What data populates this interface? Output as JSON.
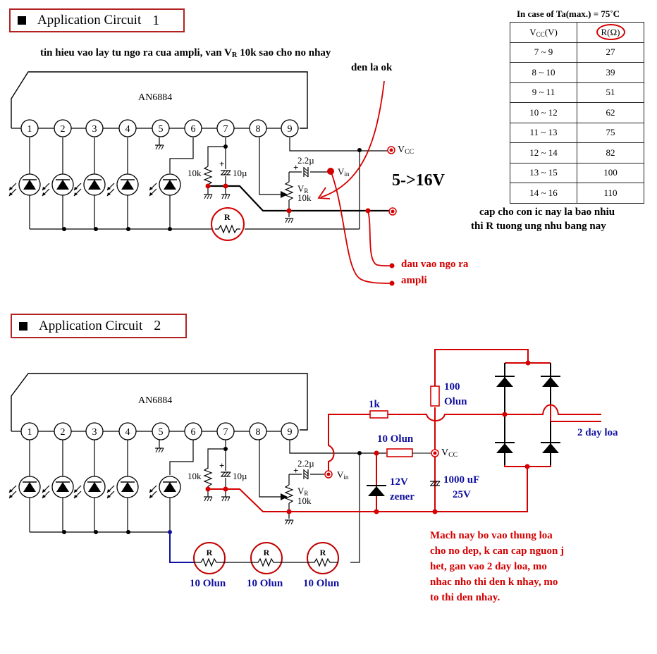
{
  "circuit1": {
    "title": "Application Circuit",
    "number": "1",
    "ic_label": "AN6884",
    "pins": [
      "1",
      "2",
      "3",
      "4",
      "5",
      "6",
      "7",
      "8",
      "9"
    ],
    "labels": {
      "r_pin7": "10k",
      "c_pin7": "10µ",
      "c_in": "2.2µ",
      "vin": "V",
      "vin_sub": "in",
      "vcc": "V",
      "vcc_sub": "CC",
      "vr": "V",
      "vr_sub": "R",
      "vr_value": "10k",
      "r_led": "R"
    },
    "annotation_top_line1_a": "tin hieu vao lay tu ngo ra cua ampli, van V",
    "annotation_top_line1_sub": "R",
    "annotation_top_line1_b": " 10k sao cho no nhay",
    "annotation_top_line2": "den la ok",
    "voltage_range": "5->16V",
    "input_note_line1": "dau vao ngo ra",
    "input_note_line2": "ampli"
  },
  "table": {
    "caption": "In case of Ta(max.) = 75˚C",
    "headers": [
      "V",
      "R(Ω)"
    ],
    "header_vcc_sub": "CC",
    "header_vcc_unit": "(V)",
    "rows": [
      [
        "7 ~ 9",
        "27"
      ],
      [
        "8 ~ 10",
        "39"
      ],
      [
        "9 ~ 11",
        "51"
      ],
      [
        "10 ~ 12",
        "62"
      ],
      [
        "11 ~ 13",
        "75"
      ],
      [
        "12 ~ 14",
        "82"
      ],
      [
        "13 ~ 15",
        "100"
      ],
      [
        "14 ~ 16",
        "110"
      ]
    ],
    "note_line1": "cap cho con ic nay la bao nhiu",
    "note_line2": "thi R tuong ung nhu bang nay"
  },
  "circuit2": {
    "title": "Application Circuit",
    "number": "2",
    "ic_label": "AN6884",
    "pins": [
      "1",
      "2",
      "3",
      "4",
      "5",
      "6",
      "7",
      "8",
      "9"
    ],
    "labels": {
      "r_pin7": "10k",
      "c_pin7": "10µ",
      "c_in": "2.2µ",
      "vin": "V",
      "vin_sub": "in",
      "vcc": "V",
      "vcc_sub": "CC",
      "vr": "V",
      "vr_sub": "R",
      "vr_value": "10k",
      "r_led": "R"
    },
    "r_series": [
      "10 Ohm",
      "10 Ohm",
      "10 Ohm"
    ],
    "r_series_display": [
      "10 Olun",
      "10 Olun",
      "10 Olun"
    ],
    "r_1k": "1k",
    "r_100_line1": "100",
    "r_100_line2": "Olun",
    "r_10": "10 Olun",
    "zener_line1": "12V",
    "zener_line2": "zener",
    "cap_line1": "1000 uF",
    "cap_line2": "25V",
    "speaker_label": "2 day loa",
    "note": [
      "Mach nay bo vao thung loa",
      "cho no dep, k can cap nguon j",
      "het, gan vao 2 day loa, mo",
      "nhac nho thi den k nhay, mo",
      "to thi den nhay."
    ]
  },
  "colors": {
    "annotation_red": "#d40000",
    "annotation_blue": "#1010a0",
    "title_border": "#b22222"
  }
}
